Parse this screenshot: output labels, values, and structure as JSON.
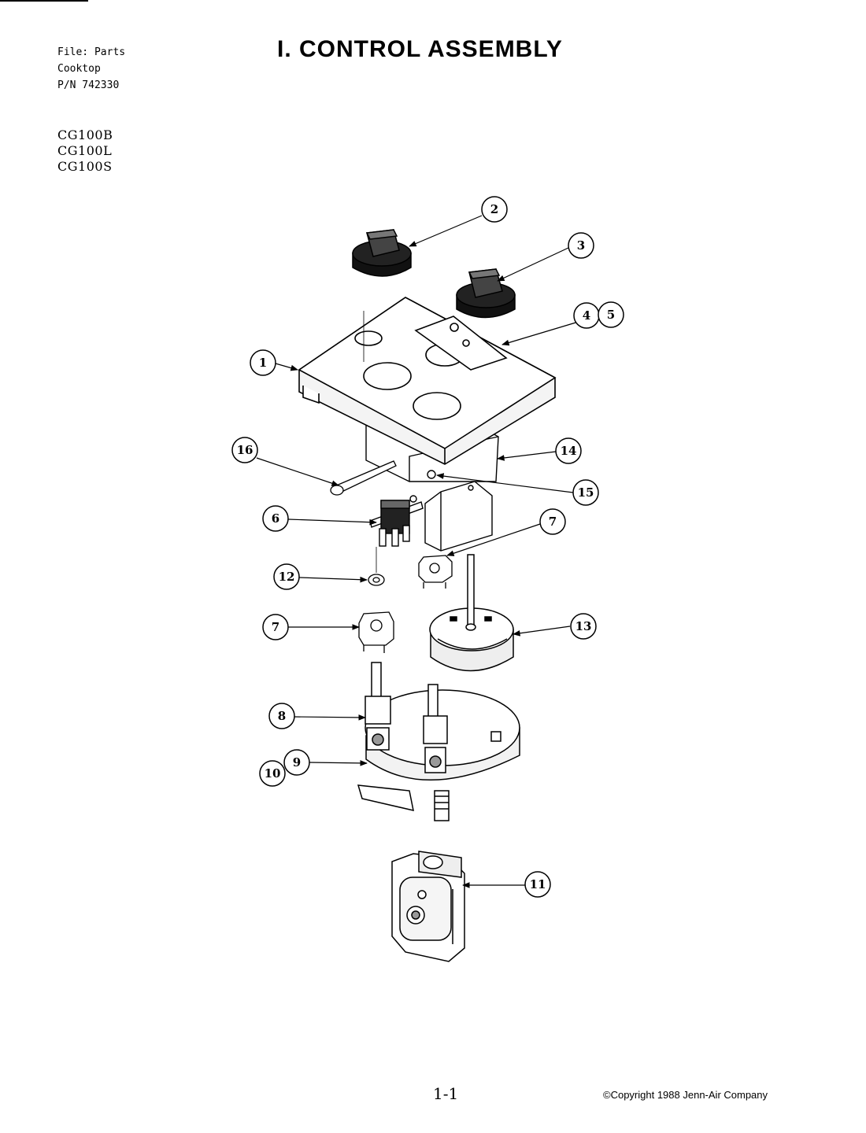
{
  "header": {
    "file_lines": [
      "File: Parts",
      "Cooktop",
      "P/N 742330"
    ],
    "models": [
      "CG100B",
      "CG100L",
      "CG100S"
    ],
    "title": "I. CONTROL ASSEMBLY"
  },
  "diagram": {
    "callouts": [
      "1",
      "2",
      "3",
      "4",
      "5",
      "6",
      "7",
      "7",
      "8",
      "9",
      "10",
      "11",
      "12",
      "13",
      "14",
      "15",
      "16"
    ]
  },
  "footer": {
    "page_number": "1-1",
    "copyright": "©Copyright 1988 Jenn-Air Company"
  }
}
